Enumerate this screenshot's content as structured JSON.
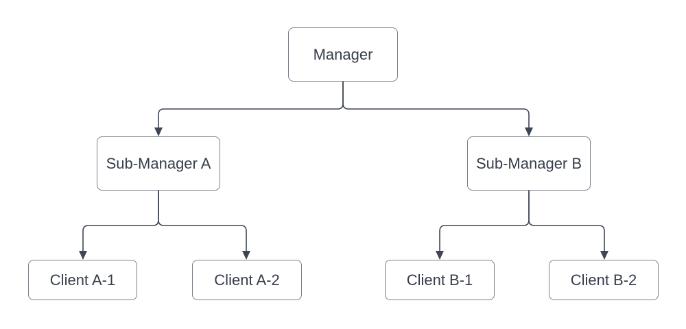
{
  "colors": {
    "background": "#ffffff",
    "node_fill": "#ffffff",
    "node_border": "#7b7f87",
    "connector": "#3f4653",
    "text": "#363d4a"
  },
  "diagram": {
    "type": "org-chart-tree",
    "nodes": {
      "manager": {
        "label": "Manager"
      },
      "sub_a": {
        "label": "Sub-Manager A"
      },
      "sub_b": {
        "label": "Sub-Manager B"
      },
      "client_a1": {
        "label": "Client A-1"
      },
      "client_a2": {
        "label": "Client A-2"
      },
      "client_b1": {
        "label": "Client B-1"
      },
      "client_b2": {
        "label": "Client B-2"
      }
    },
    "edges": [
      {
        "from": "Manager",
        "to": "Sub-Manager A"
      },
      {
        "from": "Manager",
        "to": "Sub-Manager B"
      },
      {
        "from": "Sub-Manager A",
        "to": "Client A-1"
      },
      {
        "from": "Sub-Manager A",
        "to": "Client A-2"
      },
      {
        "from": "Sub-Manager B",
        "to": "Client B-1"
      },
      {
        "from": "Sub-Manager B",
        "to": "Client B-2"
      }
    ]
  }
}
